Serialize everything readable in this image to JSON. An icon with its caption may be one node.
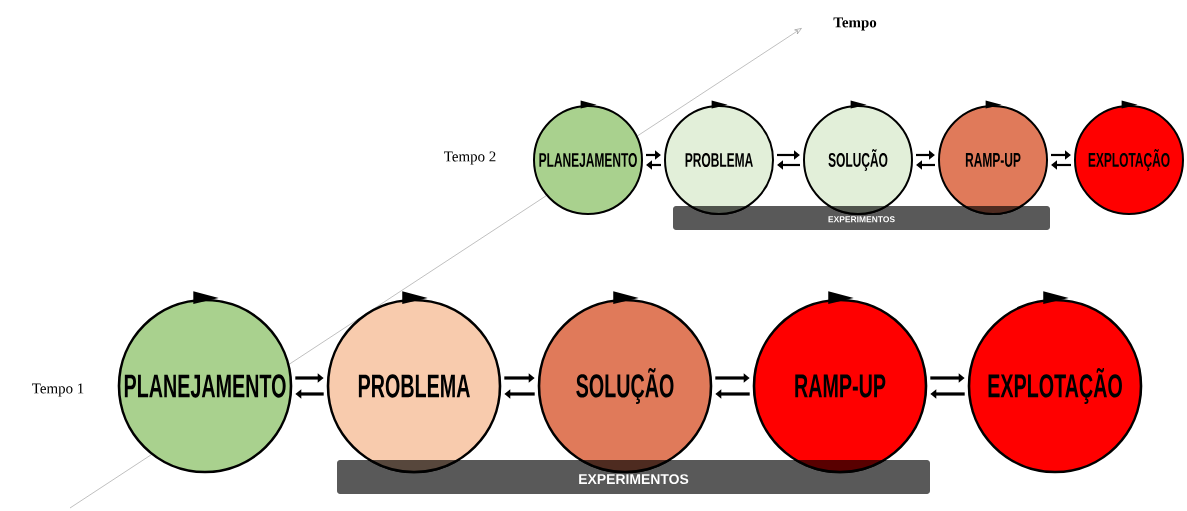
{
  "diagram": {
    "nodes": [
      {
        "text": [
          "PLANEJAMENTO"
        ]
      },
      {
        "text": [
          "PROBLEMA"
        ]
      },
      {
        "text": [
          "SOLUÇÃO"
        ]
      },
      {
        "text": [
          "RAMP-UP"
        ]
      },
      {
        "text": [
          "EXPLOTAÇÃO"
        ]
      },
      {
        "text": [
          "EXPERIMENTOS"
        ]
      },
      {
        "text": [
          "PLANEJAMENTO"
        ]
      },
      {
        "text": [
          "PROBLEMA"
        ]
      },
      {
        "text": [
          "SOLUÇÃO"
        ]
      },
      {
        "text": [
          "RAMP-UP"
        ]
      },
      {
        "text": [
          "EXPLOTAÇÃO"
        ]
      },
      {
        "text": [
          "EXPERIMENTOS"
        ]
      }
    ],
    "edges": [
      {
        "from": 0,
        "to": 1,
        "arrow": "to"
      },
      {
        "from": 1,
        "to": 0,
        "arrow": "to"
      },
      {
        "from": 1,
        "to": 2,
        "arrow": "to"
      },
      {
        "from": 2,
        "to": 1,
        "arrow": "to"
      },
      {
        "from": 2,
        "to": 3,
        "arrow": "to"
      },
      {
        "from": 3,
        "to": 2,
        "arrow": "to"
      },
      {
        "from": 3,
        "to": 4,
        "arrow": "to"
      },
      {
        "from": 4,
        "to": 3,
        "arrow": "to"
      },
      {
        "from": 6,
        "to": 7,
        "arrow": "to"
      },
      {
        "from": 7,
        "to": 6,
        "arrow": "to"
      },
      {
        "from": 7,
        "to": 8,
        "arrow": "to"
      },
      {
        "from": 8,
        "to": 7,
        "arrow": "to"
      },
      {
        "from": 8,
        "to": 9,
        "arrow": "to"
      },
      {
        "from": 9,
        "to": 8,
        "arrow": "to"
      },
      {
        "from": 9,
        "to": 10,
        "arrow": "to"
      },
      {
        "from": 10,
        "to": 9,
        "arrow": "to"
      }
    ],
    "labels": [
      "Tempo",
      "Tempo 2",
      "Tempo 1"
    ]
  }
}
